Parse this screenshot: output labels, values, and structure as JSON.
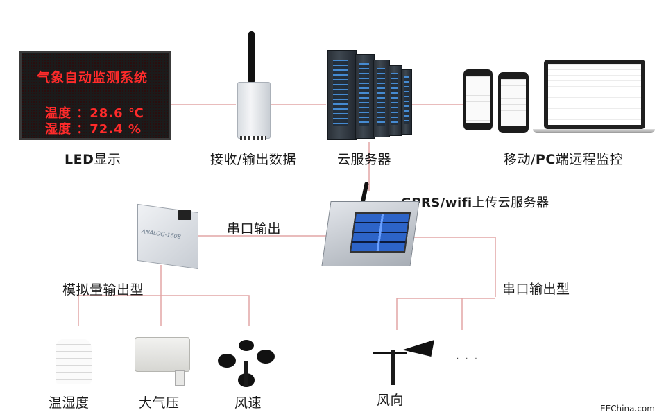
{
  "led": {
    "title": "气象自动监测系统",
    "temp_line": "温度 ：28.6 ℃",
    "hum_line": "湿度 ：72.4 %"
  },
  "labels": {
    "led_bold": "LED",
    "led_rest": "显示",
    "receiver": "接收/输出数据",
    "cloud": "云服务器",
    "remote_bold1": "移动/",
    "remote_bold2": "PC",
    "remote_rest": "端远程监控",
    "gprs_bold": "GPRS/wifi",
    "gprs_rest": "上传云服务器",
    "serial_out": "串口输出",
    "analog_type": "模拟量输出型",
    "serial_type": "串口输出型",
    "sensor_th": "温湿度",
    "sensor_baro": "大气压",
    "sensor_wind_speed": "风速",
    "sensor_wind_dir": "风向"
  },
  "devices": {
    "analog_model": "ANALOG-1608"
  },
  "watermark": "EEChina.com",
  "colors": {
    "connector": "#e0a0a0",
    "led_text": "#ff2b2b"
  }
}
